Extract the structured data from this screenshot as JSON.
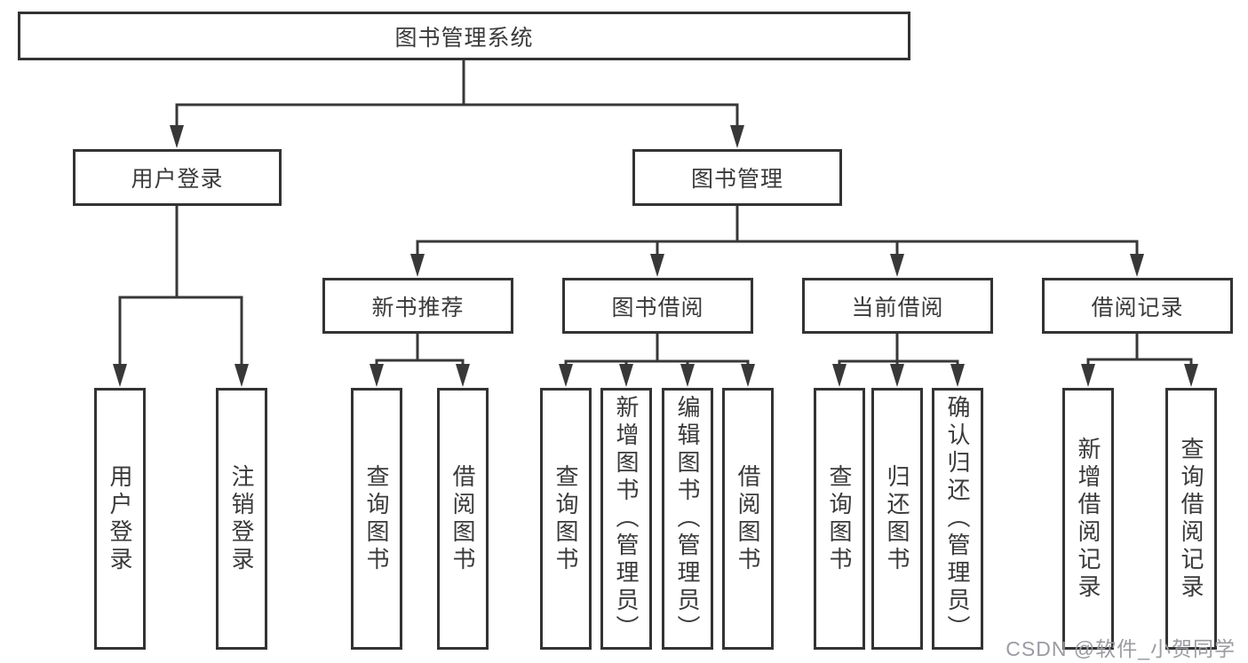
{
  "diagram": {
    "root": {
      "label": "图书管理系统"
    },
    "level2": {
      "user_login": "用户登录",
      "book_mgmt": "图书管理"
    },
    "level3": {
      "new_books": "新书推荐",
      "book_borrow": "图书借阅",
      "current_borrow": "当前借阅",
      "borrow_records": "借阅记录"
    },
    "leaves": {
      "user_login": "用户登录",
      "logout": "注销登录",
      "nb_query": "查询图书",
      "nb_borrow": "借阅图书",
      "bb_query": "查询图书",
      "bb_add": "新增图书（管理员）",
      "bb_edit": "编辑图书（管理员）",
      "bb_borrow": "借阅图书",
      "cb_query": "查询图书",
      "cb_return": "归还图书",
      "cb_confirm": "确认归还（管理员）",
      "br_add": "新增借阅记录",
      "br_query": "查询借阅记录"
    }
  },
  "watermark": {
    "text": "CSDN @软件_小贺同学"
  },
  "colors": {
    "line": "#383838",
    "box_border": "#333333",
    "text": "#3a3a3a",
    "background": "#ffffff",
    "watermark": "#9b9ba2"
  }
}
